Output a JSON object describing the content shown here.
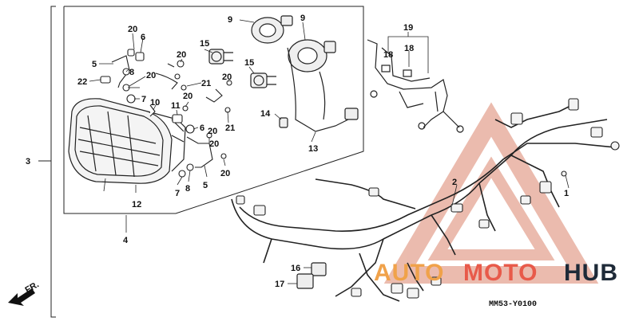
{
  "diagram": {
    "callouts": [
      "1",
      "2",
      "3",
      "4",
      "5",
      "5",
      "6",
      "6",
      "7",
      "7",
      "8",
      "8",
      "9",
      "9",
      "10",
      "11",
      "12",
      "13",
      "14",
      "15",
      "15",
      "16",
      "17",
      "18",
      "18",
      "19",
      "20",
      "20",
      "20",
      "20",
      "20",
      "20",
      "20",
      "20",
      "21",
      "21",
      "22"
    ],
    "front_marker": "FR.",
    "drawing_code": "MM53-Y0100"
  },
  "watermark": {
    "part1": "AUTO",
    "part2": "MOTO",
    "part3": "HUB",
    "colors": {
      "orange": "#f0a24a",
      "red": "#e85a4a",
      "navy": "#1e2a38"
    }
  }
}
